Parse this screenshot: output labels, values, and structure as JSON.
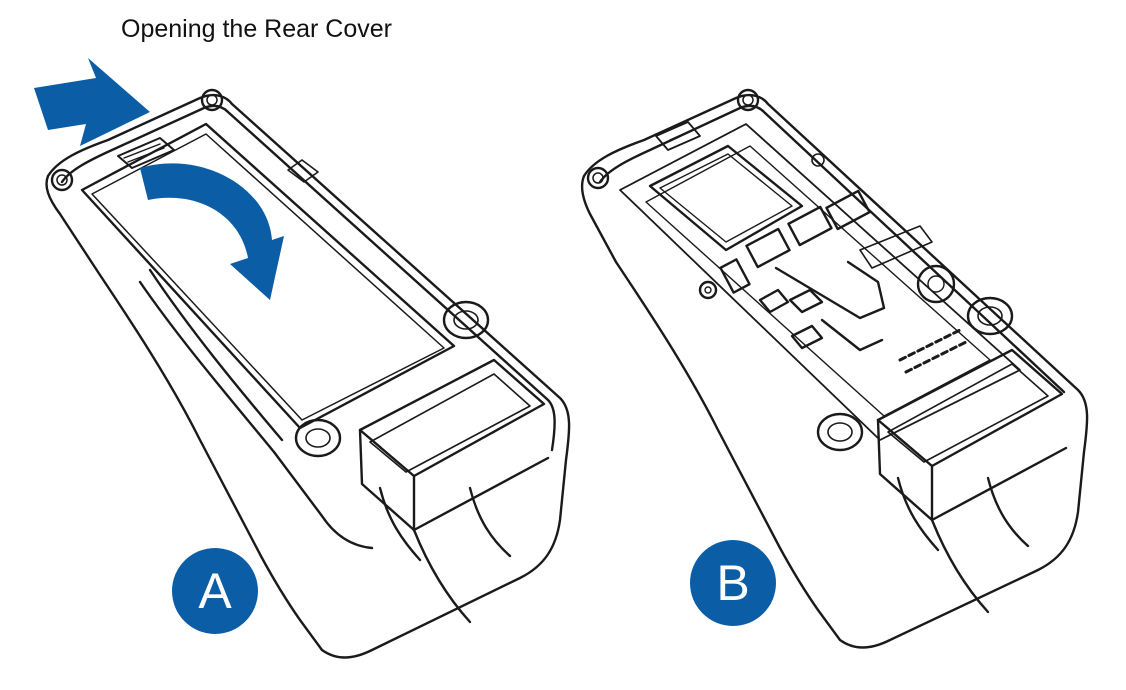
{
  "title": "Opening the Rear Cover",
  "panels": [
    {
      "label": "A"
    },
    {
      "label": "B"
    }
  ],
  "colors": {
    "accent": "#0b5ea6",
    "outline": "#1a1a1a",
    "background": "#ffffff"
  },
  "icons": {
    "push_arrow": "push-arrow-icon",
    "rotate_arrow": "curved-arrow-icon"
  }
}
